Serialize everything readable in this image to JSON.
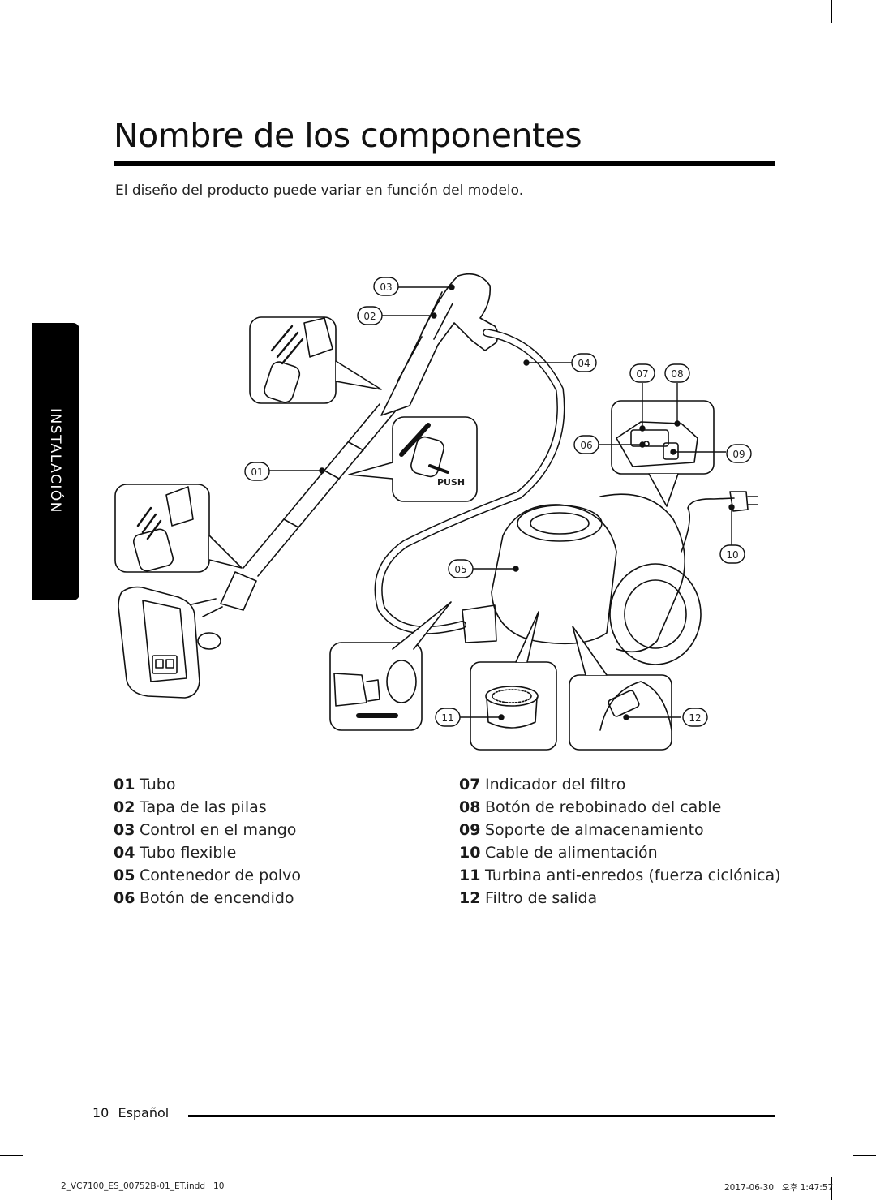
{
  "page": {
    "title": "Nombre de los componentes",
    "subtitle": "El diseño del producto puede variar en función del modelo.",
    "side_tab": "INSTALACIÓN"
  },
  "diagram": {
    "callouts": [
      "01",
      "02",
      "03",
      "04",
      "05",
      "06",
      "07",
      "08",
      "09",
      "10",
      "11",
      "12"
    ],
    "push_label": "PUSH"
  },
  "legend": {
    "left": [
      {
        "num": "01",
        "name": "Tubo"
      },
      {
        "num": "02",
        "name": "Tapa de las pilas"
      },
      {
        "num": "03",
        "name": "Control en el mango"
      },
      {
        "num": "04",
        "name": "Tubo flexible"
      },
      {
        "num": "05",
        "name": "Contenedor de polvo"
      },
      {
        "num": "06",
        "name": "Botón de encendido"
      }
    ],
    "right": [
      {
        "num": "07",
        "name": "Indicador del filtro"
      },
      {
        "num": "08",
        "name": "Botón de rebobinado del cable"
      },
      {
        "num": "09",
        "name": "Soporte de almacenamiento"
      },
      {
        "num": "10",
        "name": "Cable de alimentación"
      },
      {
        "num": "11",
        "name": "Turbina anti-enredos (fuerza ciclónica)"
      },
      {
        "num": "12",
        "name": "Filtro de salida"
      }
    ]
  },
  "footer": {
    "page_number": "10",
    "language": "Español",
    "slug_left": "2_VC7100_ES_00752B-01_ET.indd   10",
    "slug_right": "2017-06-30   오후 1:47:57"
  }
}
